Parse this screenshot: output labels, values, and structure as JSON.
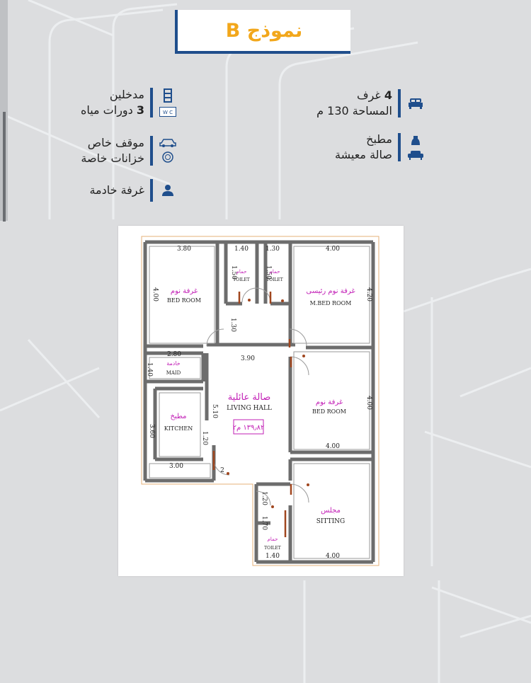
{
  "title": "نموذج B",
  "specs_right": [
    {
      "items": [
        {
          "bold": "4",
          "text": " غرف"
        },
        {
          "bold": "",
          "text": "المساحة 130 م"
        }
      ]
    },
    {
      "items": [
        {
          "bold": "",
          "text": "مطبخ"
        },
        {
          "bold": "",
          "text": "صالة معيشة"
        }
      ]
    }
  ],
  "specs_left": [
    {
      "items": [
        {
          "bold": "",
          "text": "مدخلين"
        },
        {
          "bold": "3",
          "text": " دورات مياه"
        }
      ]
    },
    {
      "items": [
        {
          "bold": "",
          "text": "موقف خاص"
        },
        {
          "bold": "",
          "text": "خزانات خاصة"
        }
      ]
    },
    {
      "items": [
        {
          "bold": "",
          "text": "غرفة خادمة"
        }
      ]
    }
  ],
  "icons": {
    "wc_label": "W C"
  },
  "colors": {
    "accent_blue": "#1f4e8c",
    "title_orange": "#f2a71b",
    "label_magenta": "#c21fb6",
    "wall_gray": "#6d6d6d",
    "door_brown": "#a0461e"
  },
  "plan": {
    "rooms": [
      {
        "ar": "غرفة نوم",
        "en": "BED ROOM"
      },
      {
        "ar": "غرفة نوم رئيسى",
        "en": "M.BED ROOM"
      },
      {
        "ar": "حمام",
        "en": "TOILET"
      },
      {
        "ar": "حمام",
        "en": "TOILET"
      },
      {
        "ar": "خادمة",
        "en": "MAID"
      },
      {
        "ar": "صالة عائلية",
        "en": "LIVING HALL"
      },
      {
        "ar": "غرفة نوم",
        "en": "BED ROOM"
      },
      {
        "ar": "مطبخ",
        "en": "KITCHEN"
      },
      {
        "ar": "مجلس",
        "en": "SITTING"
      },
      {
        "ar": "حمام",
        "en": "TOILET"
      }
    ],
    "area_label": "١٣٩٫٨٢ م٢",
    "dims": [
      "3.80",
      "1.40",
      "1.30",
      "4.00",
      "4.00",
      "4.20",
      "1.50",
      "1.50",
      "1.30",
      "2.80",
      "3.90",
      "1.40",
      "5.10",
      "4.00",
      "3.60",
      "1.20",
      "3.00",
      "4.00",
      "1.20",
      "1.70",
      "1.40",
      "4.00",
      "2"
    ]
  }
}
